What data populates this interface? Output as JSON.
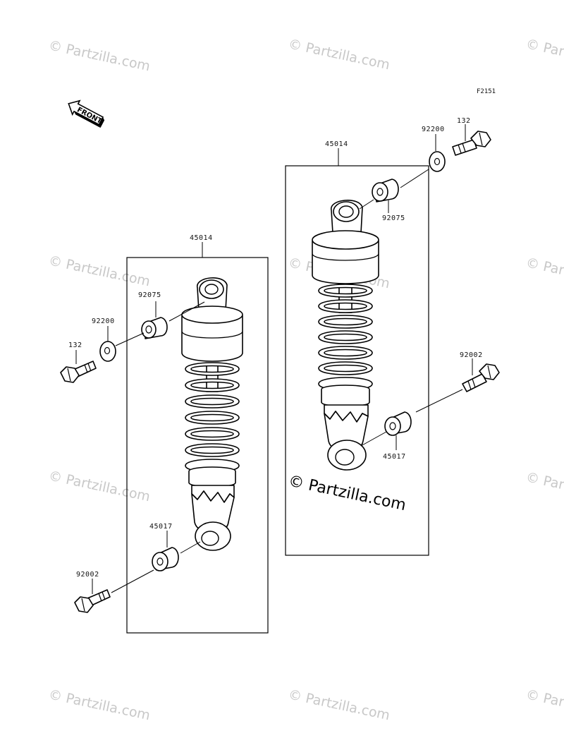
{
  "diagram": {
    "figure_code": "F2151",
    "front_label": "FRONT",
    "watermark_text": "© Partzilla.com",
    "copyright_text": "© Partzilla.com",
    "colors": {
      "line": "#000000",
      "watermark": "#c8c8c8",
      "background": "#ffffff"
    },
    "left_assembly": {
      "group_label": "45014",
      "parts": {
        "collar_top": "92075",
        "washer": "92200",
        "bolt_top": "132",
        "collar_bottom": "45017",
        "bolt_bottom": "92002"
      }
    },
    "right_assembly": {
      "group_label": "45014",
      "parts": {
        "collar_top": "92075",
        "washer": "92200",
        "bolt_top": "132",
        "collar_bottom": "45017",
        "bolt_bottom": "92002"
      }
    }
  }
}
